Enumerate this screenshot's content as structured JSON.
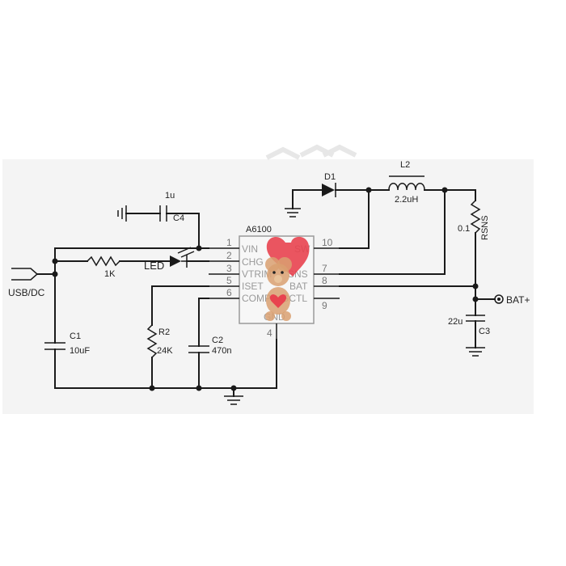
{
  "ic": {
    "name": "A6100",
    "pins_left": [
      {
        "num": "1",
        "label": "VIN"
      },
      {
        "num": "2",
        "label": "CHG"
      },
      {
        "num": "3",
        "label": "VTRIM"
      },
      {
        "num": "5",
        "label": "ISET"
      },
      {
        "num": "6",
        "label": "COMP"
      }
    ],
    "pins_right": [
      {
        "num": "10",
        "label": "SW"
      },
      {
        "num": "7",
        "label": "SNS"
      },
      {
        "num": "8",
        "label": "BAT"
      },
      {
        "num": "9",
        "label": "GCTL"
      }
    ],
    "pin_bottom": {
      "num": "4",
      "label": "GND"
    }
  },
  "components": {
    "c4": {
      "ref": "C4",
      "value": "1u"
    },
    "r1": {
      "value": "1K"
    },
    "led": {
      "ref": "LED"
    },
    "d1": {
      "ref": "D1"
    },
    "l2": {
      "ref": "L2",
      "value": "2.2uH"
    },
    "rsns": {
      "ref": "RSNS",
      "value": "0.1"
    },
    "c1": {
      "ref": "C1",
      "value": "10uF"
    },
    "r2": {
      "ref": "R2",
      "value": "24K"
    },
    "c2": {
      "ref": "C2",
      "value": "470n"
    },
    "c3": {
      "ref": "C3",
      "value": "22u"
    }
  },
  "ports": {
    "input": "USB/DC",
    "output": "BAT+"
  },
  "colors": {
    "wire": "#1a1a1a",
    "background": "#f4f4f4",
    "heart": "#e8434f",
    "bear": "#d9a071"
  }
}
